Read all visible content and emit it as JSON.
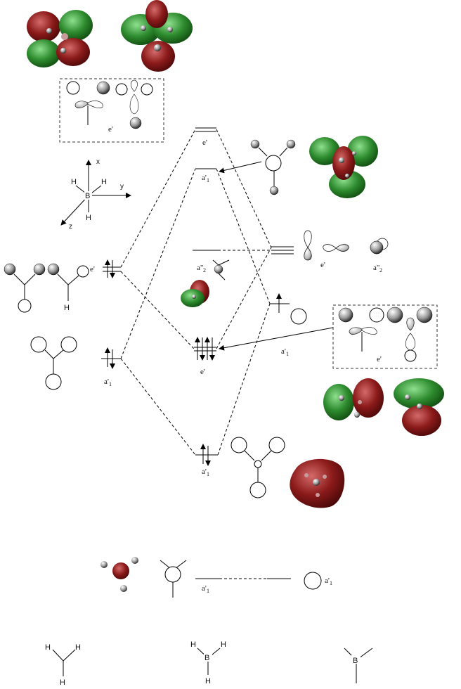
{
  "labels": {
    "e_prime": "e'",
    "a1_prime": "a'",
    "a1_sub": "1",
    "a2_dprime": "a\"",
    "a2_sub": "2"
  },
  "axes": {
    "x": "x",
    "y": "y",
    "z": "z"
  },
  "atoms": {
    "B": "B",
    "H": "H"
  },
  "colors": {
    "lobe_green": "#2e8b2e",
    "lobe_red": "#8b1a1a",
    "dash_box": "#333333"
  }
}
